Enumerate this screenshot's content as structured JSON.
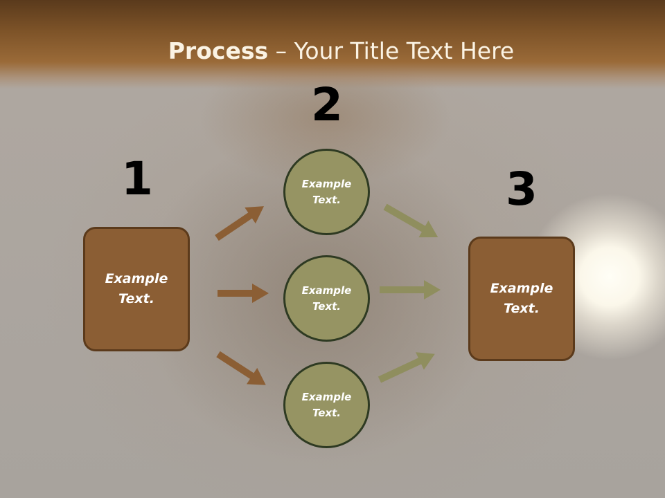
{
  "slide": {
    "title_bold": "Process",
    "title_rest": " – Your Title Text Here"
  },
  "steps": {
    "num1": "1",
    "num2": "2",
    "num3": "3"
  },
  "nodes": {
    "left_box": "Example Text.",
    "circle_top": "Example Text.",
    "circle_mid": "Example Text.",
    "circle_bottom": "Example Text.",
    "right_box": "Example Text."
  },
  "colors": {
    "header": "#7d5328",
    "box_fill": "#8b5e34",
    "circle_fill": "#969463",
    "arrow_brown": "#8b5e34",
    "arrow_olive": "#8f8e5e"
  }
}
